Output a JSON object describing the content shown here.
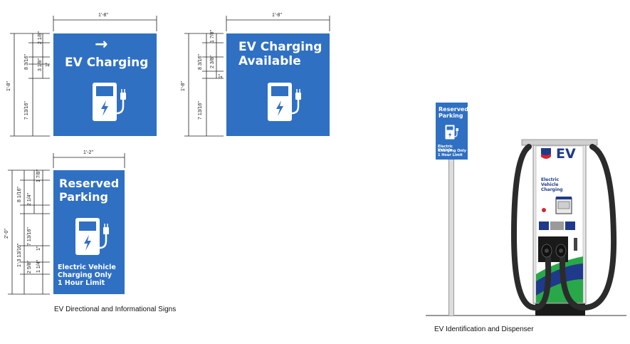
{
  "signs": {
    "ev_charging": {
      "width_dim": "1'-8\"",
      "height_dim": "1'-8\"",
      "arrow": "→",
      "title": "EV Charging",
      "dims": [
        "2 1/8\"",
        "8 3/16\"",
        "3 1/8\"",
        "1\"",
        "7 13/16\""
      ]
    },
    "ev_available": {
      "width_dim": "1'-8\"",
      "height_dim": "1'-8\"",
      "title_line1": "EV Charging",
      "title_line2": "Available",
      "dims": [
        "1 7/8\"",
        "8 3/16\"",
        "2 3/8\"",
        "1\"",
        "7 13/16\""
      ]
    },
    "reserved": {
      "width_dim": "1'-2\"",
      "height_dim": "2'-0\"",
      "title_line1": "Reserved",
      "title_line2": "Parking",
      "sub_line1": "Electric Vehicle",
      "sub_line2": "Charging Only",
      "sub_line3": "1 Hour Limit",
      "dims": [
        "1 7/8\"",
        "8 1/16\"",
        "2 1/4\"",
        "1'-3 13/16\"",
        "7 13/16\"",
        "2 5/8\"",
        "1 1/4\"",
        "1\""
      ]
    }
  },
  "post_sign": {
    "line1": "Reserved",
    "line2": "Parking",
    "sub_line1": "Electric Vehicle",
    "sub_line2": "Charging Only",
    "sub_line3": "1 Hour Limit"
  },
  "dispenser": {
    "brand": "EV",
    "label_line1": "Electric",
    "label_line2": "Vehicle",
    "label_line3": "Charging"
  },
  "captions": {
    "left": "EV Directional and Informational Signs",
    "right": "EV Identification and Dispenser"
  },
  "colors": {
    "sign_blue": "#2f70c3",
    "dispenser_navy": "#1f3a8a",
    "green": "#29a84a"
  }
}
